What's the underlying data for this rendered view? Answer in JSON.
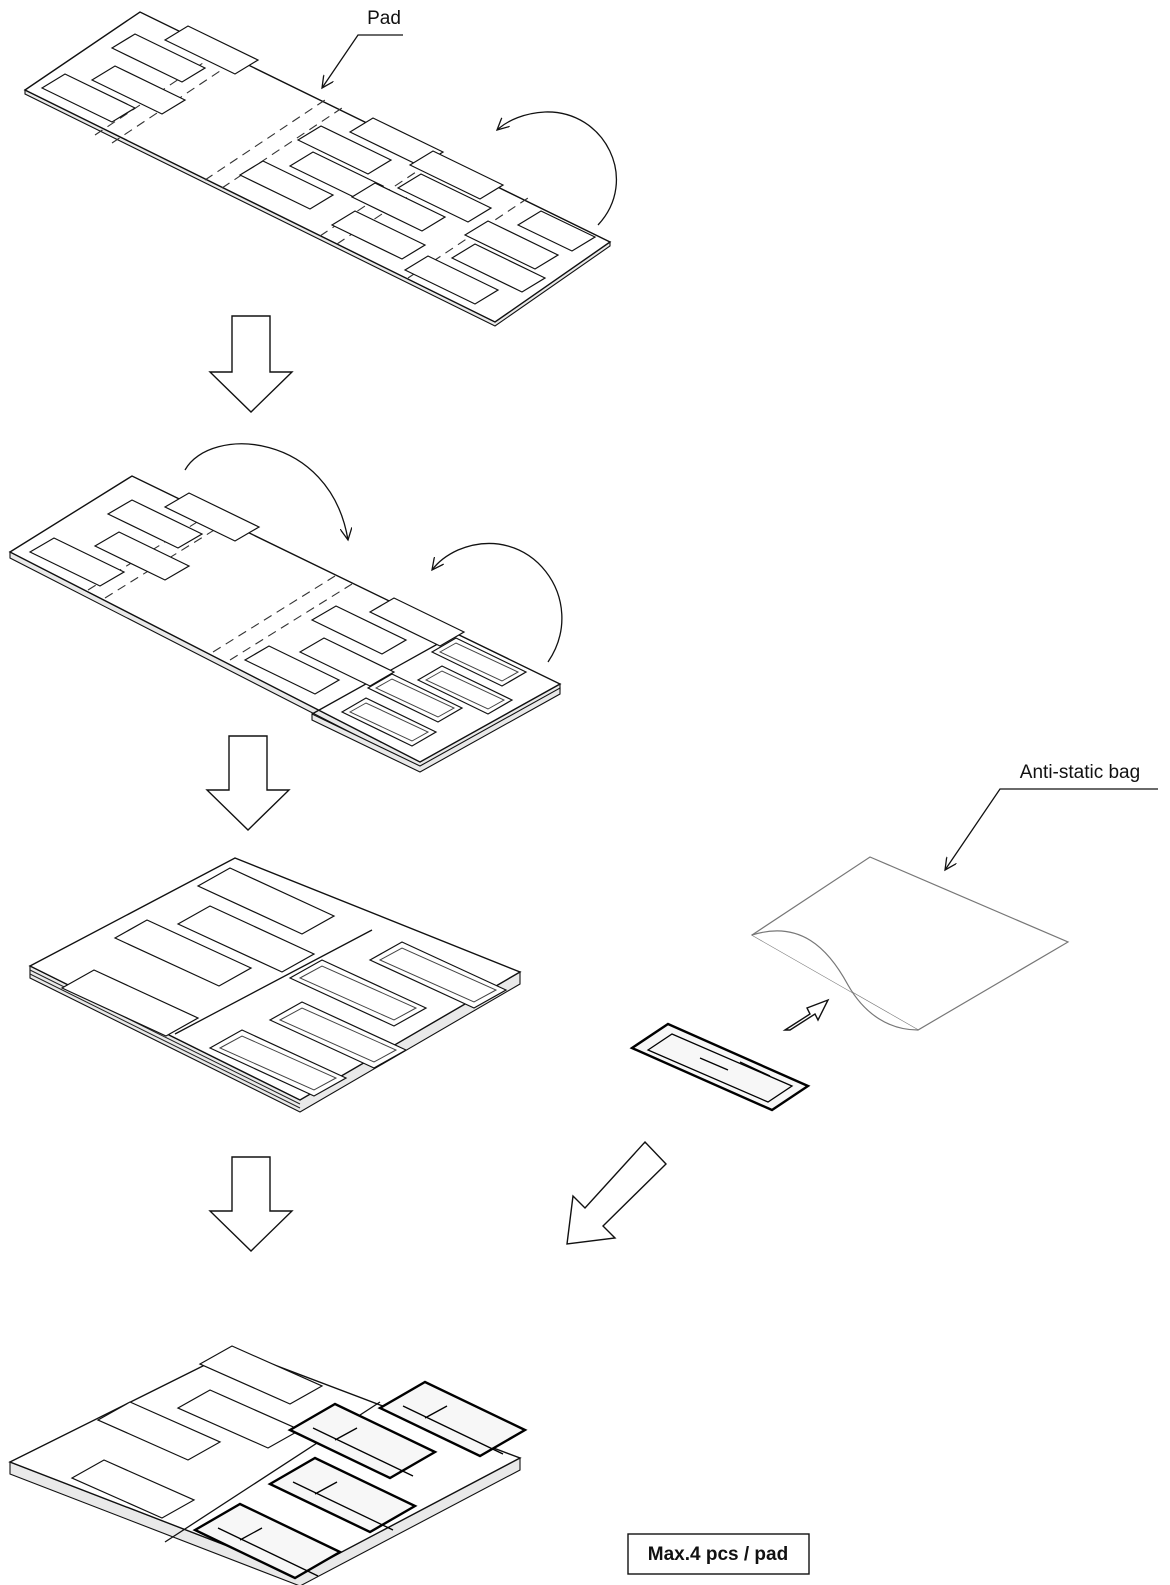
{
  "labels": {
    "pad": "Pad",
    "bag": "Anti-static bag",
    "capacity": "Max.4 pcs / pad"
  }
}
